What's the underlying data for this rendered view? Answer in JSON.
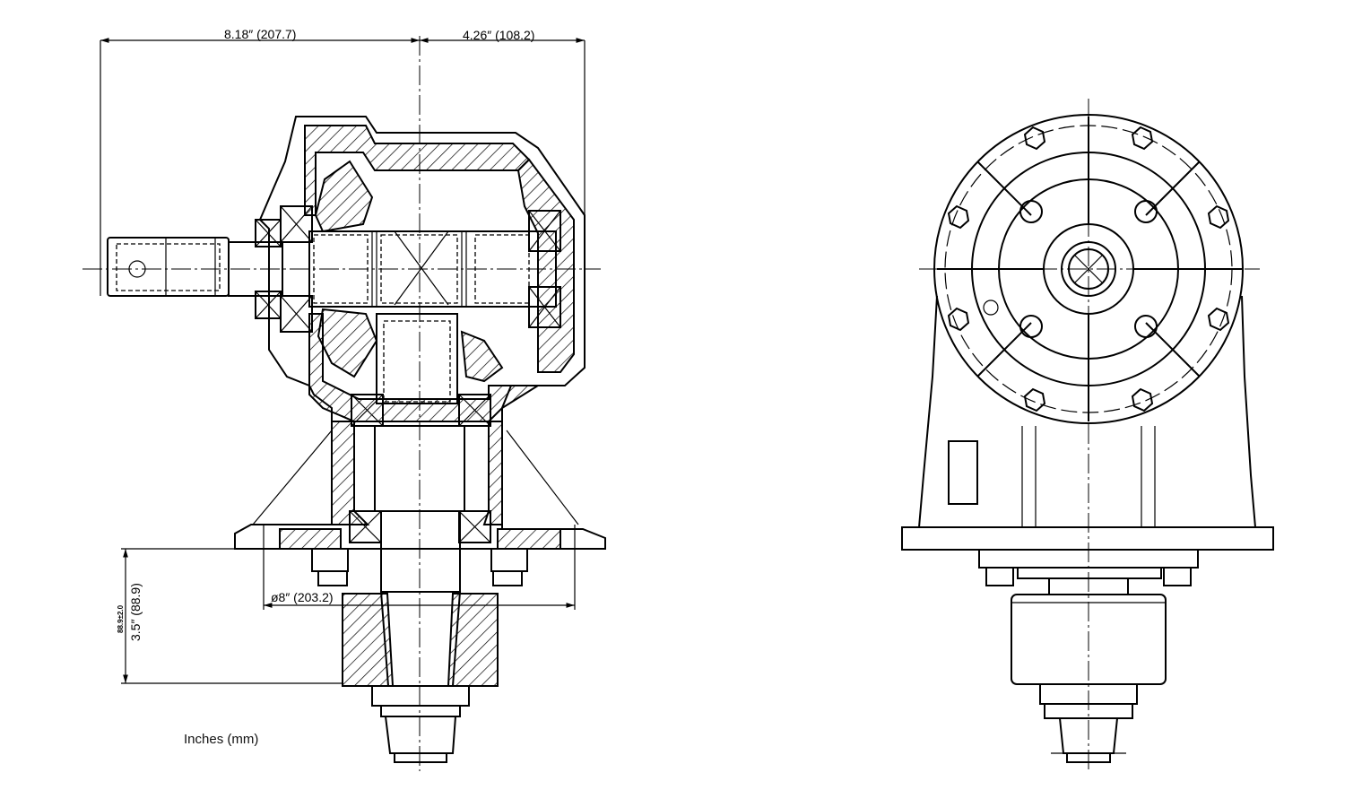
{
  "dimensions": {
    "left_width": "8.18″ (207.7)",
    "right_width": "4.26″ (108.2)",
    "flange_diameter": "ø8″ (203.2)",
    "height": "3.5″ (88.9)",
    "height_tolerance": "88.9±2.0"
  },
  "units_note": "Inches (mm)"
}
